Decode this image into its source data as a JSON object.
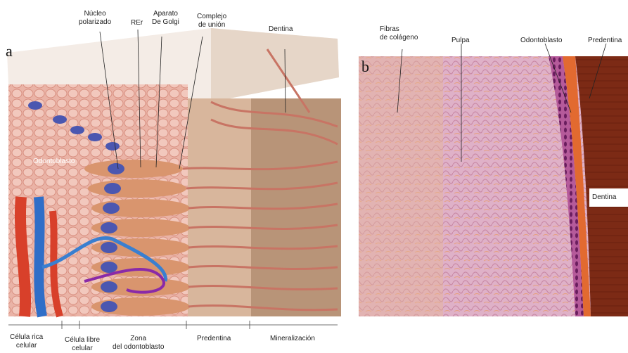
{
  "panel_a": {
    "letter": "a",
    "top_labels": {
      "nucleo": "Núcleo\npolarizado",
      "rer": "REr",
      "golgi": "Aparato\nDe Golgi",
      "complejo": "Complejo\nde unión",
      "dentina": "Dentina"
    },
    "odontoblasto": "Odontoblasto",
    "zones": {
      "rica": "Célula rica\ncelular",
      "libre": "Célula libre\ncelular",
      "zona": "Zona\ndel odontoblasto",
      "predentina": "Predentina",
      "mineralizacion": "Mineralización"
    }
  },
  "panel_b": {
    "letter": "b",
    "labels": {
      "fibras": "Fibras\nde colágeno",
      "pulpa": "Pulpa",
      "odontoblasto": "Odontoblasto",
      "predentina": "Predentina",
      "dentina": "Dentina"
    }
  }
}
